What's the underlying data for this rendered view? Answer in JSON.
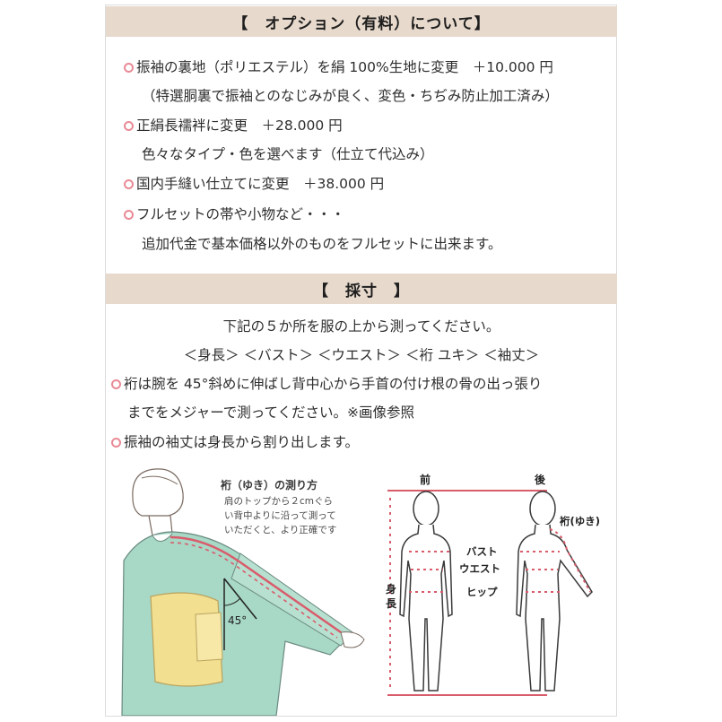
{
  "options": {
    "heading": "【　オプション（有料）について】",
    "items": [
      {
        "text": "振袖の裏地（ポリエステル）を絹 100%生地に変更　＋10.000 円"
      },
      {
        "sub": "（特選胴裏で振袖とのなじみが良く、変色・ちぢみ防止加工済み）"
      },
      {
        "text": "正絹長襦袢に変更　＋28.000 円"
      },
      {
        "sub": "色々なタイプ・色を選べます（仕立て代込み）"
      },
      {
        "text": "国内手縫い仕立てに変更　＋38.000 円"
      },
      {
        "text": "フルセットの帯や小物など・・・"
      },
      {
        "sub": "追加代金で基本価格以外のものをフルセットに出来ます。"
      }
    ]
  },
  "measure": {
    "heading": "【　採寸　】",
    "intro": "下記の５か所を服の上から測ってください。",
    "points": "＜身長＞ ＜バスト＞ ＜ウエスト＞ ＜裄 ユキ＞ ＜袖丈＞",
    "note1a": "裄は腕を 45°斜めに伸ばし背中心から手首の付け根の骨の出っ張り",
    "note1b": "までをメジャーで測ってください。※画像参照",
    "note2": "振袖の袖丈は身長から割り出します。"
  },
  "illustration_left": {
    "title": "裄（ゆき）の測り方",
    "desc": [
      "肩のトップから２cmぐら",
      "い背中よりに沿って測って",
      "いただくと、より正確です"
    ],
    "angle": "45°"
  },
  "illustration_right": {
    "front": "前",
    "back": "後",
    "height": [
      "身",
      "長"
    ],
    "bust": "バスト",
    "waist": "ウエスト",
    "hip": "ヒップ",
    "yuki": "裄(ゆき)"
  },
  "colors": {
    "band": "#e7d9cc",
    "accent": "#e98a96",
    "line": "#d95c6b",
    "kimono": "#a8d8c6",
    "obi": "#f3df90"
  }
}
